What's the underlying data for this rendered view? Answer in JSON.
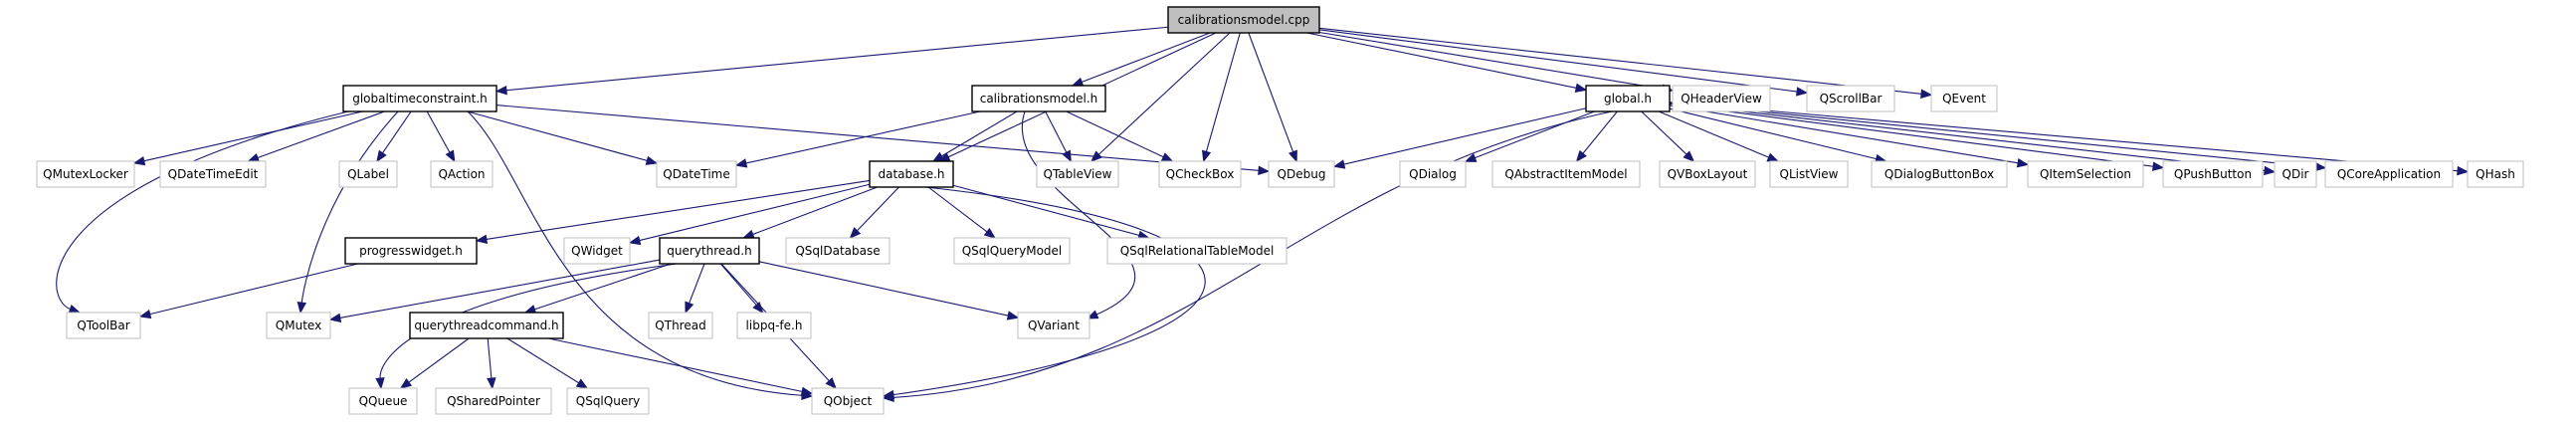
{
  "nodes": [
    {
      "id": "root",
      "label": "calibrationsmodel.cpp",
      "kind": "root"
    },
    {
      "id": "gtc",
      "label": "globaltimeconstraint.h",
      "kind": "local"
    },
    {
      "id": "cmh",
      "label": "calibrationsmodel.h",
      "kind": "local"
    },
    {
      "id": "glob",
      "label": "global.h",
      "kind": "local"
    },
    {
      "id": "qheader",
      "label": "QHeaderView",
      "kind": "ext"
    },
    {
      "id": "qscroll",
      "label": "QScrollBar",
      "kind": "ext"
    },
    {
      "id": "qevent",
      "label": "QEvent",
      "kind": "ext"
    },
    {
      "id": "qmutexlocker",
      "label": "QMutexLocker",
      "kind": "ext"
    },
    {
      "id": "qdatetimeedit",
      "label": "QDateTimeEdit",
      "kind": "ext"
    },
    {
      "id": "qlabel",
      "label": "QLabel",
      "kind": "ext"
    },
    {
      "id": "qaction",
      "label": "QAction",
      "kind": "ext"
    },
    {
      "id": "qdatetime",
      "label": "QDateTime",
      "kind": "ext"
    },
    {
      "id": "qtableview",
      "label": "QTableView",
      "kind": "ext"
    },
    {
      "id": "qcheckbox",
      "label": "QCheckBox",
      "kind": "ext"
    },
    {
      "id": "qdebug",
      "label": "QDebug",
      "kind": "ext"
    },
    {
      "id": "qdialog",
      "label": "QDialog",
      "kind": "ext"
    },
    {
      "id": "qaim",
      "label": "QAbstractItemModel",
      "kind": "ext"
    },
    {
      "id": "qvbox",
      "label": "QVBoxLayout",
      "kind": "ext"
    },
    {
      "id": "qlistview",
      "label": "QListView",
      "kind": "ext"
    },
    {
      "id": "qdbb",
      "label": "QDialogButtonBox",
      "kind": "ext"
    },
    {
      "id": "qitemsel",
      "label": "QItemSelection",
      "kind": "ext"
    },
    {
      "id": "qpush",
      "label": "QPushButton",
      "kind": "ext"
    },
    {
      "id": "qdir",
      "label": "QDir",
      "kind": "ext"
    },
    {
      "id": "qcoreapp",
      "label": "QCoreApplication",
      "kind": "ext"
    },
    {
      "id": "qhash",
      "label": "QHash",
      "kind": "ext"
    },
    {
      "id": "dbh",
      "label": "database.h",
      "kind": "local"
    },
    {
      "id": "pwh",
      "label": "progresswidget.h",
      "kind": "local"
    },
    {
      "id": "qwidget",
      "label": "QWidget",
      "kind": "ext"
    },
    {
      "id": "qth",
      "label": "querythread.h",
      "kind": "local"
    },
    {
      "id": "qsqldb",
      "label": "QSqlDatabase",
      "kind": "ext"
    },
    {
      "id": "qsqlqm",
      "label": "QSqlQueryModel",
      "kind": "ext"
    },
    {
      "id": "qsqlrtm",
      "label": "QSqlRelationalTableModel",
      "kind": "ext"
    },
    {
      "id": "qtoolbar",
      "label": "QToolBar",
      "kind": "ext"
    },
    {
      "id": "qmutex",
      "label": "QMutex",
      "kind": "ext"
    },
    {
      "id": "qthread",
      "label": "QThread",
      "kind": "ext"
    },
    {
      "id": "libpq",
      "label": "libpq-fe.h",
      "kind": "ext"
    },
    {
      "id": "qvariant",
      "label": "QVariant",
      "kind": "ext"
    },
    {
      "id": "qtch",
      "label": "querythreadcommand.h",
      "kind": "local"
    },
    {
      "id": "qqueue",
      "label": "QQueue",
      "kind": "ext"
    },
    {
      "id": "qshared",
      "label": "QSharedPointer",
      "kind": "ext"
    },
    {
      "id": "qsqlquery",
      "label": "QSqlQuery",
      "kind": "ext"
    },
    {
      "id": "qobject",
      "label": "QObject",
      "kind": "ext"
    }
  ],
  "edges": [
    [
      "root",
      "gtc"
    ],
    [
      "root",
      "cmh"
    ],
    [
      "root",
      "glob"
    ],
    [
      "root",
      "qheader"
    ],
    [
      "root",
      "qscroll"
    ],
    [
      "root",
      "qevent"
    ],
    [
      "root",
      "dbh"
    ],
    [
      "root",
      "qtableview"
    ],
    [
      "root",
      "qcheckbox"
    ],
    [
      "root",
      "qdebug"
    ],
    [
      "gtc",
      "qmutexlocker"
    ],
    [
      "gtc",
      "qdatetimeedit"
    ],
    [
      "gtc",
      "qlabel"
    ],
    [
      "gtc",
      "qaction"
    ],
    [
      "gtc",
      "qdatetime"
    ],
    [
      "gtc",
      "qdebug"
    ],
    [
      "gtc",
      "qtoolbar"
    ],
    [
      "gtc",
      "qmutex"
    ],
    [
      "gtc",
      "qobject"
    ],
    [
      "cmh",
      "qdatetime"
    ],
    [
      "cmh",
      "dbh"
    ],
    [
      "cmh",
      "qtableview"
    ],
    [
      "cmh",
      "qcheckbox"
    ],
    [
      "cmh",
      "qvariant"
    ],
    [
      "glob",
      "qdebug"
    ],
    [
      "glob",
      "qdialog"
    ],
    [
      "glob",
      "qaim"
    ],
    [
      "glob",
      "qvbox"
    ],
    [
      "glob",
      "qlistview"
    ],
    [
      "glob",
      "qdbb"
    ],
    [
      "glob",
      "qitemsel"
    ],
    [
      "glob",
      "qpush"
    ],
    [
      "glob",
      "qdir"
    ],
    [
      "glob",
      "qcoreapp"
    ],
    [
      "glob",
      "qhash"
    ],
    [
      "glob",
      "qobject"
    ],
    [
      "dbh",
      "pwh"
    ],
    [
      "dbh",
      "qwidget"
    ],
    [
      "dbh",
      "qth"
    ],
    [
      "dbh",
      "qsqldb"
    ],
    [
      "dbh",
      "qsqlqm"
    ],
    [
      "dbh",
      "qsqlrtm"
    ],
    [
      "dbh",
      "qobject"
    ],
    [
      "pwh",
      "qtoolbar"
    ],
    [
      "qth",
      "qmutex"
    ],
    [
      "qth",
      "qtch"
    ],
    [
      "qth",
      "qthread"
    ],
    [
      "qth",
      "libpq"
    ],
    [
      "qth",
      "qvariant"
    ],
    [
      "qth",
      "qqueue"
    ],
    [
      "qth",
      "qobject"
    ],
    [
      "qtch",
      "qqueue"
    ],
    [
      "qtch",
      "qshared"
    ],
    [
      "qtch",
      "qsqlquery"
    ],
    [
      "qtch",
      "qobject"
    ]
  ]
}
